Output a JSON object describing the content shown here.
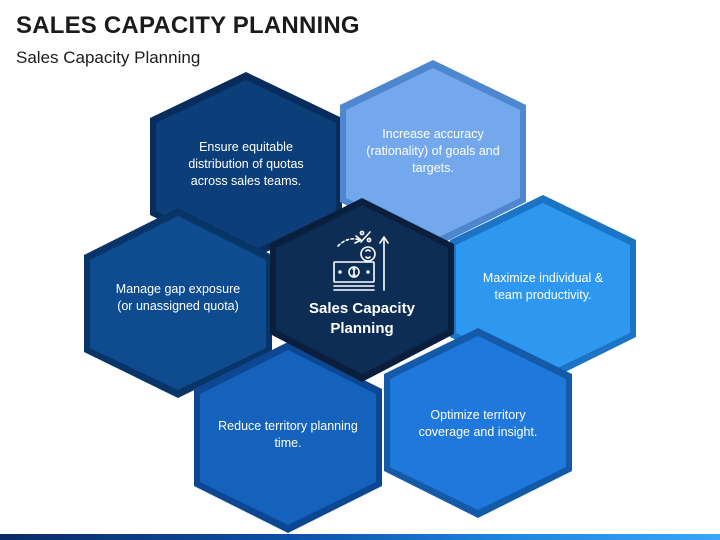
{
  "title": "SALES CAPACITY PLANNING",
  "subtitle": "Sales Capacity Planning",
  "center": {
    "label": "Sales Capacity Planning",
    "icon": "money-growth-icon"
  },
  "hexagons": [
    {
      "id": "top-left",
      "label": "Ensure equitable distribution of quotas across sales teams.",
      "color": "#0c3f7a",
      "edge": "#082d5c"
    },
    {
      "id": "top-right",
      "label": "Increase accuracy (rationality) of goals and targets.",
      "color": "#73a9ec",
      "edge": "#4f86d0"
    },
    {
      "id": "mid-left",
      "label": "Manage gap exposure (or unassigned quota)",
      "color": "#0f4b8f",
      "edge": "#093467"
    },
    {
      "id": "mid-right",
      "label": "Maximize individual & team productivity.",
      "color": "#2e98f0",
      "edge": "#1c74c4"
    },
    {
      "id": "bottom-left",
      "label": "Reduce territory planning time.",
      "color": "#1562bd",
      "edge": "#0e4791"
    },
    {
      "id": "bottom-right",
      "label": "Optimize territory coverage and insight.",
      "color": "#1f79dc",
      "edge": "#155aa8"
    }
  ],
  "colors": {
    "center": "#0d2d55",
    "center_edge": "#0a1f3d",
    "title": "#1b1b1b"
  }
}
